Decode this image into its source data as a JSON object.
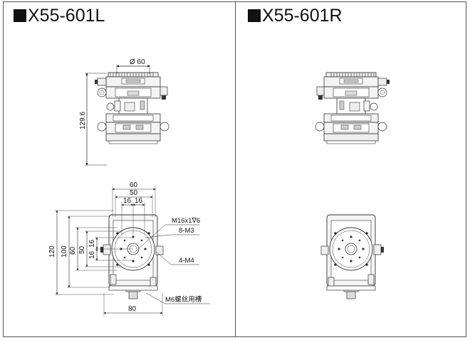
{
  "titles": {
    "left": "X55-601L",
    "right": "X55-601R"
  },
  "left_side_view": {
    "width_dim": "Ø 60",
    "height_dim": "129.6"
  },
  "left_top_view": {
    "dims_top": [
      "60",
      "50",
      "16",
      "16"
    ],
    "dims_left": [
      "120",
      "100",
      "60",
      "50",
      "16",
      "16"
    ],
    "dim_bottom": "80",
    "callouts": [
      "M16x1∇6",
      "8-M3",
      "4-M4",
      "M6螺丝用槽"
    ]
  },
  "colors": {
    "line": "#333333",
    "fill": "#f2f2f2",
    "dark": "#222222"
  }
}
